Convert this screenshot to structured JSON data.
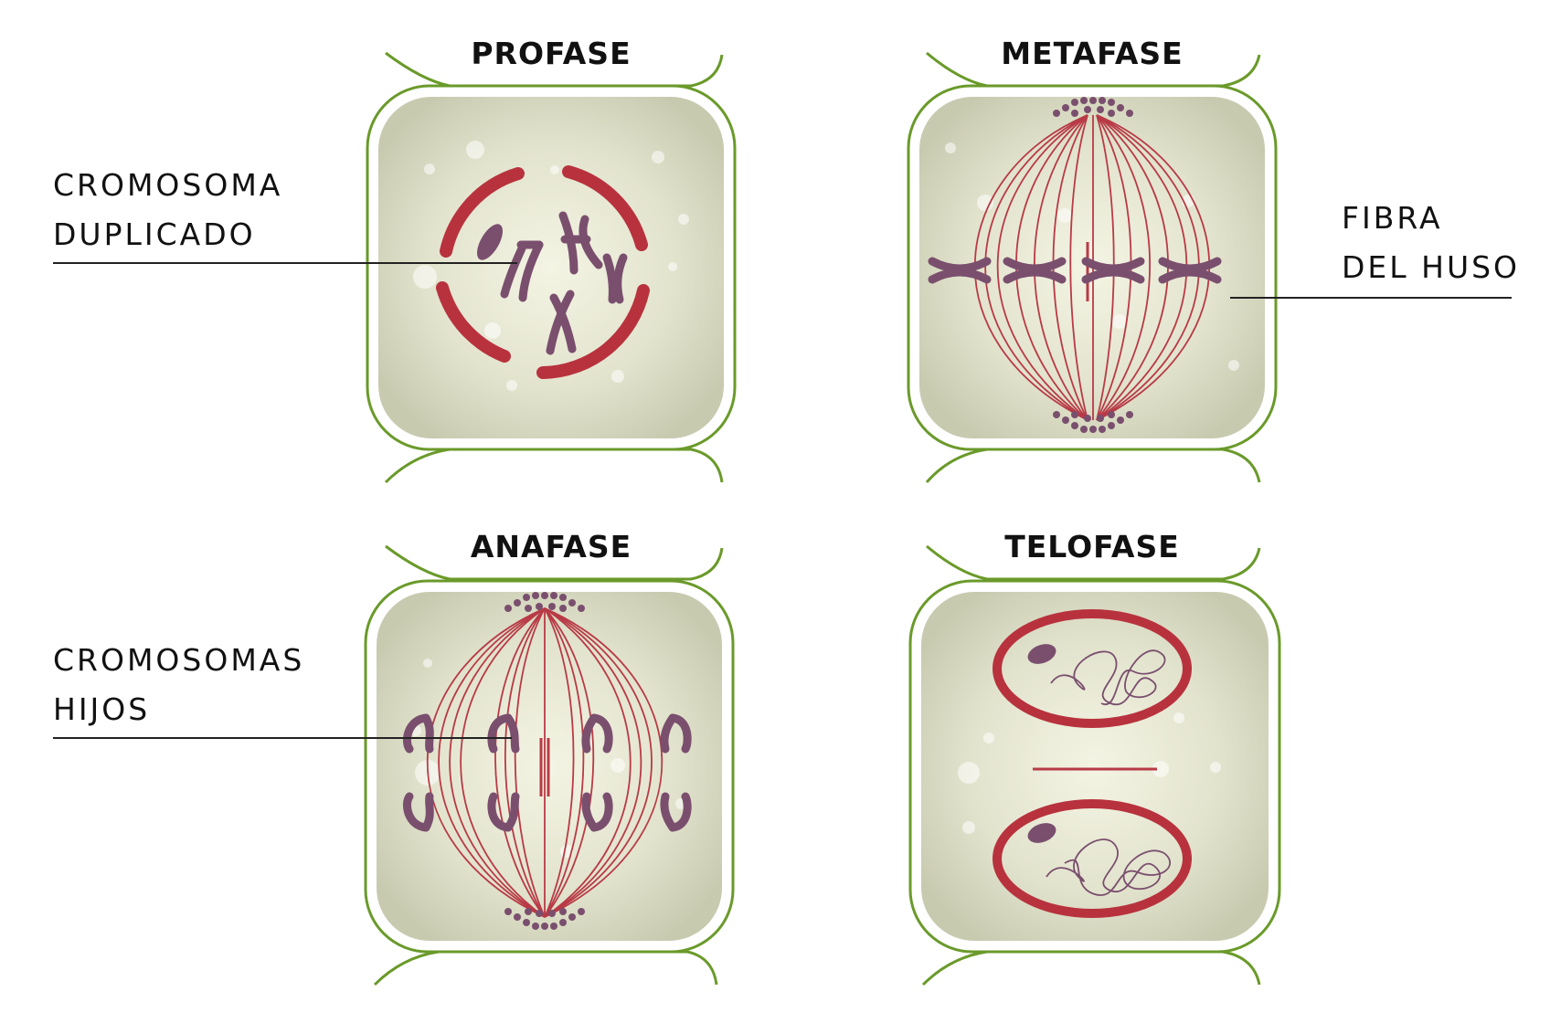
{
  "phases": [
    {
      "title": "PROFASE"
    },
    {
      "title": "METAFASE"
    },
    {
      "title": "ANAFASE"
    },
    {
      "title": "TELOFASE"
    }
  ],
  "labels": {
    "duplicated_chromosome": {
      "line1": "CROMOSOMA",
      "line2": "DUPLICADO"
    },
    "spindle_fiber": {
      "line1": "FIBRA",
      "line2": "DEL HUSO"
    },
    "daughter_chromosomes": {
      "line1": "CROMOSOMAS",
      "line2": "HIJOS"
    }
  },
  "colors": {
    "cell_wall": "#6a9a2a",
    "cytoplasm": "#d3d5bd",
    "nuclear_membrane": "#b8323e",
    "spindle_fiber": "#b83a46",
    "chromosome": "#7a4f6e"
  }
}
